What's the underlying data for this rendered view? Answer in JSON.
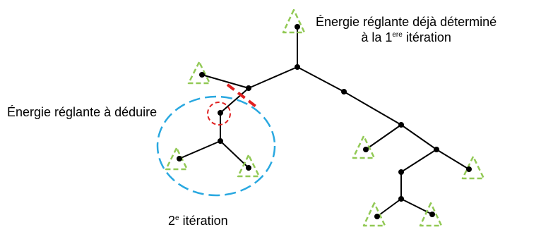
{
  "labels": {
    "energy_determined_line1": "Énergie réglante déjà déterminé",
    "energy_determined_line2_prefix": "à la 1",
    "energy_determined_line2_sup": "ere",
    "energy_determined_line2_suffix": " itération",
    "energy_to_deduce": "Énergie réglante à déduire",
    "second_iteration_prefix": "2",
    "second_iteration_sup": "e",
    "second_iteration_suffix": " itération"
  },
  "colors": {
    "edge": "#000000",
    "node": "#000000",
    "generator_triangle": "#92c955",
    "cut_marker": "#e02020",
    "target_circle": "#e02020",
    "iteration_ellipse": "#29a8e0"
  },
  "icons": {
    "generator": "triangle-icon",
    "node": "dot-icon"
  }
}
